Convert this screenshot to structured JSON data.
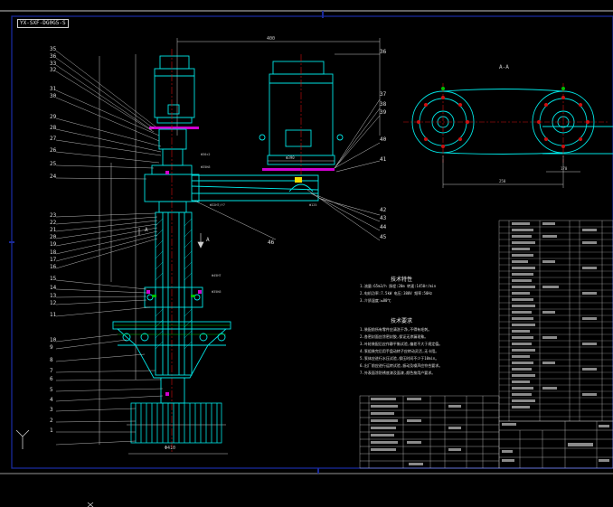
{
  "drawing_tag": "YX-SXF-DG0G5-S",
  "section_label": "A-A",
  "section_marks": [
    "A",
    "A"
  ],
  "colors": {
    "background": "#000000",
    "frame": "#1a2a9a",
    "outline": "#ffffff",
    "body": "#00e5e5",
    "centerline": "#d01010",
    "accent": "#d000d0",
    "annotation": "#c8c8c8",
    "marker": "#f0e000",
    "fill": "#00c000"
  },
  "left_view_callouts": [
    "35",
    "36",
    "33",
    "32",
    "31",
    "30",
    "29",
    "28",
    "27",
    "26",
    "25",
    "24",
    "23",
    "22",
    "21",
    "20",
    "19",
    "18",
    "17",
    "16",
    "15",
    "14",
    "13",
    "12",
    "11",
    "10",
    "9",
    "8",
    "7",
    "6",
    "5",
    "4",
    "3",
    "2",
    "1"
  ],
  "right_view_callouts": [
    "36",
    "37",
    "38",
    "39",
    "40",
    "41",
    "42",
    "43",
    "44",
    "45",
    "46"
  ],
  "tech_requirements": {
    "title1": "技术特性",
    "lines1": [
      "1.流量:65m3/h 扬程:20m 转速:1450r/min",
      "2.电机功率:7.5kW 电压:380V 频率:50Hz",
      "3.介质温度:≤80℃"
    ],
    "title2": "技术要求",
    "lines2": [
      "1.装配前所有零件应清洗干净,不得有毛刺。",
      "2.各密封面应涂密封胶,保证无渗漏现象。",
      "3.叶轮装配后应作静平衡试验,偏差不大于规定值。",
      "4.泵组装完后用手盘动转子应转动灵活,无卡阻。",
      "5.泵体应进行水压试验,保压时间不少于10min。",
      "6.出厂前应进行运转试验,振动及噪声应符合要求。",
      "7.外表面涂防锈底漆及面漆,颜色按用户要求。"
    ]
  }
}
